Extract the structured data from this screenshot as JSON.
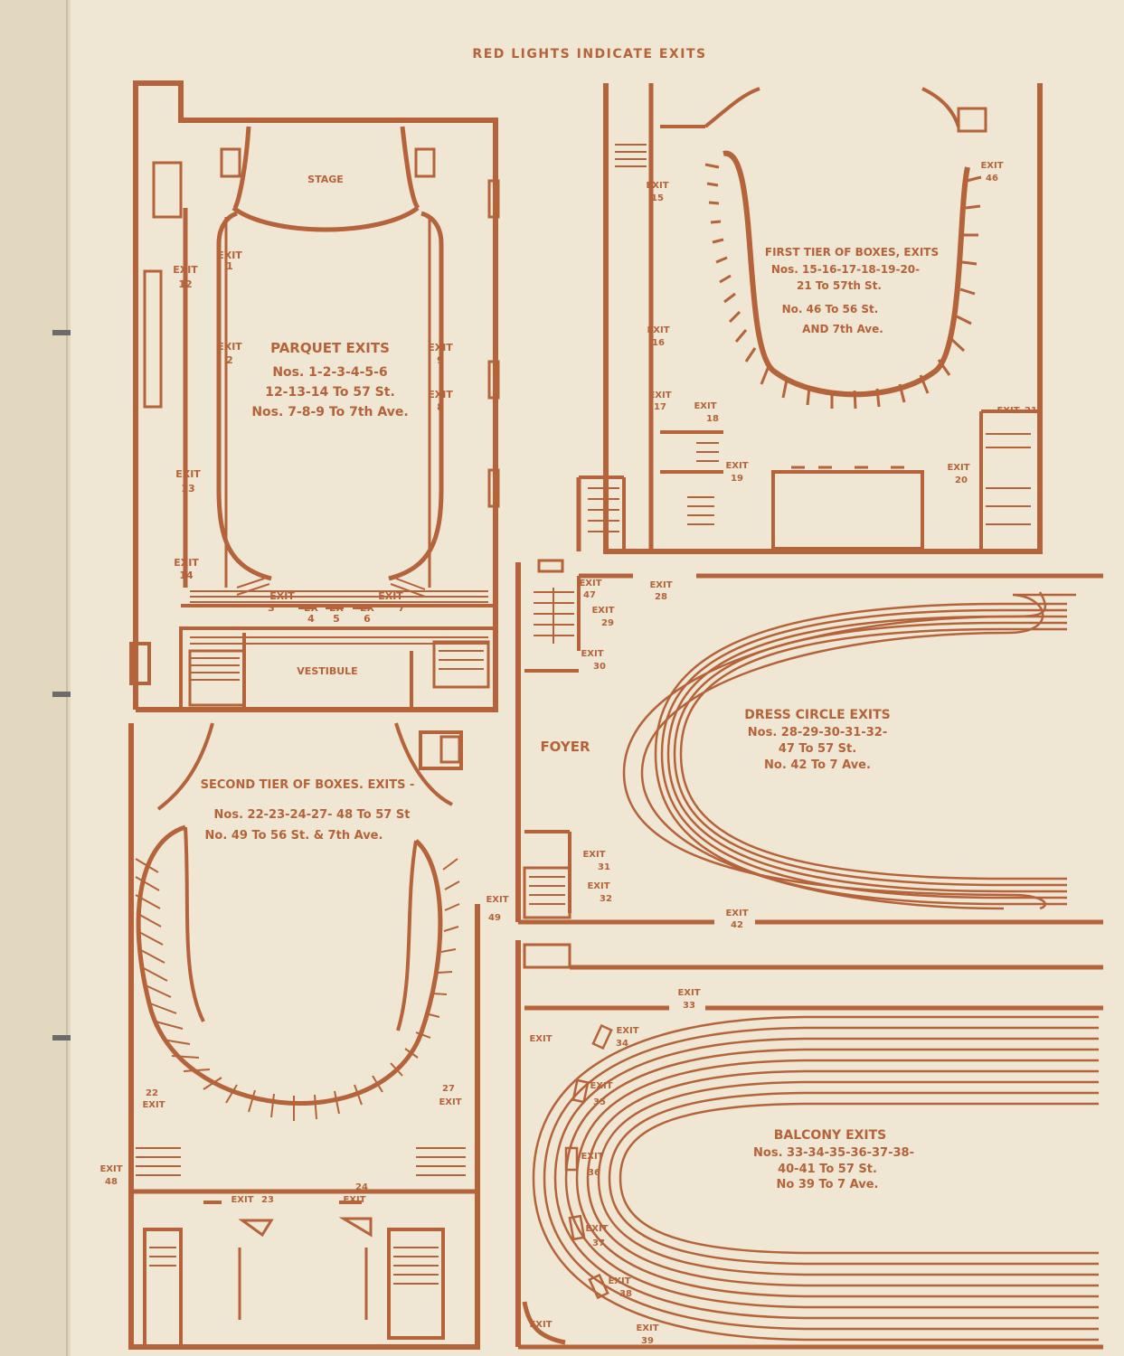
{
  "header": "RED LIGHTS INDICATE EXITS",
  "colors": {
    "ink": "#b4633a",
    "paper": "#efe6d3",
    "spine": "#e2d7bf"
  },
  "parquet": {
    "title": "PARQUET EXITS",
    "lines": [
      "Nos. 1-2-3-4-5-6",
      "12-13-14 To 57 St.",
      "Nos. 7-8-9 To 7th Ave."
    ],
    "stage": "STAGE",
    "vestibule": "VESTIBULE",
    "exits": [
      {
        "word": "EXIT",
        "num": "1"
      },
      {
        "word": "EXIT",
        "num": "2"
      },
      {
        "word": "EXIT",
        "num": "9"
      },
      {
        "word": "EXIT",
        "num": "8"
      },
      {
        "word": "EXIT",
        "num": "12"
      },
      {
        "word": "EXIT",
        "num": "13"
      },
      {
        "word": "EXIT",
        "num": "14"
      },
      {
        "word": "EXIT",
        "num": "3"
      },
      {
        "word": "EX",
        "num": "4"
      },
      {
        "word": "EX",
        "num": "5"
      },
      {
        "word": "EX",
        "num": "6"
      },
      {
        "word": "EXIT",
        "num": "7"
      }
    ]
  },
  "first_tier": {
    "title": "FIRST TIER OF BOXES, EXITS",
    "lines": [
      "Nos. 15-16-17-18-19-20-",
      "21 To 57th St.",
      "No. 46 To 56 St.",
      "AND 7th Ave."
    ],
    "exits": [
      {
        "word": "EXIT",
        "num": "15"
      },
      {
        "word": "EXIT",
        "num": "16"
      },
      {
        "word": "EXIT",
        "num": "17"
      },
      {
        "word": "EXIT",
        "num": "18"
      },
      {
        "word": "EXIT",
        "num": "19"
      },
      {
        "word": "EXIT",
        "num": "20"
      },
      {
        "word": "EXIT",
        "num": "21"
      },
      {
        "word": "EXIT",
        "num": "46"
      }
    ]
  },
  "dress_circle": {
    "title": "DRESS CIRCLE EXITS",
    "lines": [
      "Nos. 28-29-30-31-32-",
      "47 To 57 St.",
      "No. 42 To 7 Ave."
    ],
    "foyer": "FOYER",
    "exits": [
      {
        "word": "EXIT",
        "num": "47"
      },
      {
        "word": "EXIT",
        "num": "28"
      },
      {
        "word": "EXIT",
        "num": "29"
      },
      {
        "word": "EXIT",
        "num": "30"
      },
      {
        "word": "EXIT",
        "num": "31"
      },
      {
        "word": "EXIT",
        "num": "32"
      },
      {
        "word": "EXIT",
        "num": "42"
      }
    ]
  },
  "second_tier": {
    "title": "SECOND TIER OF BOXES. EXITS -",
    "lines": [
      "Nos. 22-23-24-27- 48 To 57 St",
      "No. 49 To 56 St. & 7th Ave."
    ],
    "exits": [
      {
        "word": "EXIT",
        "num": "49"
      },
      {
        "word": "EXIT",
        "num": "22"
      },
      {
        "word": "EXIT",
        "num": "27"
      },
      {
        "word": "EXIT",
        "num": "48"
      },
      {
        "word": "EXIT",
        "num": "23"
      },
      {
        "word": "EXIT",
        "num": "24"
      }
    ]
  },
  "balcony": {
    "title": "BALCONY EXITS",
    "lines": [
      "Nos. 33-34-35-36-37-38-",
      "40-41 To 57 St.",
      "No 39 To 7 Ave."
    ],
    "exits": [
      {
        "word": "EXIT",
        "num": "33"
      },
      {
        "word": "EXIT",
        "num": "34"
      },
      {
        "word": "EXIT",
        "num": "35"
      },
      {
        "word": "EXIT",
        "num": "36"
      },
      {
        "word": "EXIT",
        "num": "37"
      },
      {
        "word": "EXIT",
        "num": "38"
      },
      {
        "word": "EXIT",
        "num": "39"
      },
      {
        "word": "EXIT",
        "num": ""
      },
      {
        "word": "EXIT",
        "num": ""
      }
    ]
  }
}
